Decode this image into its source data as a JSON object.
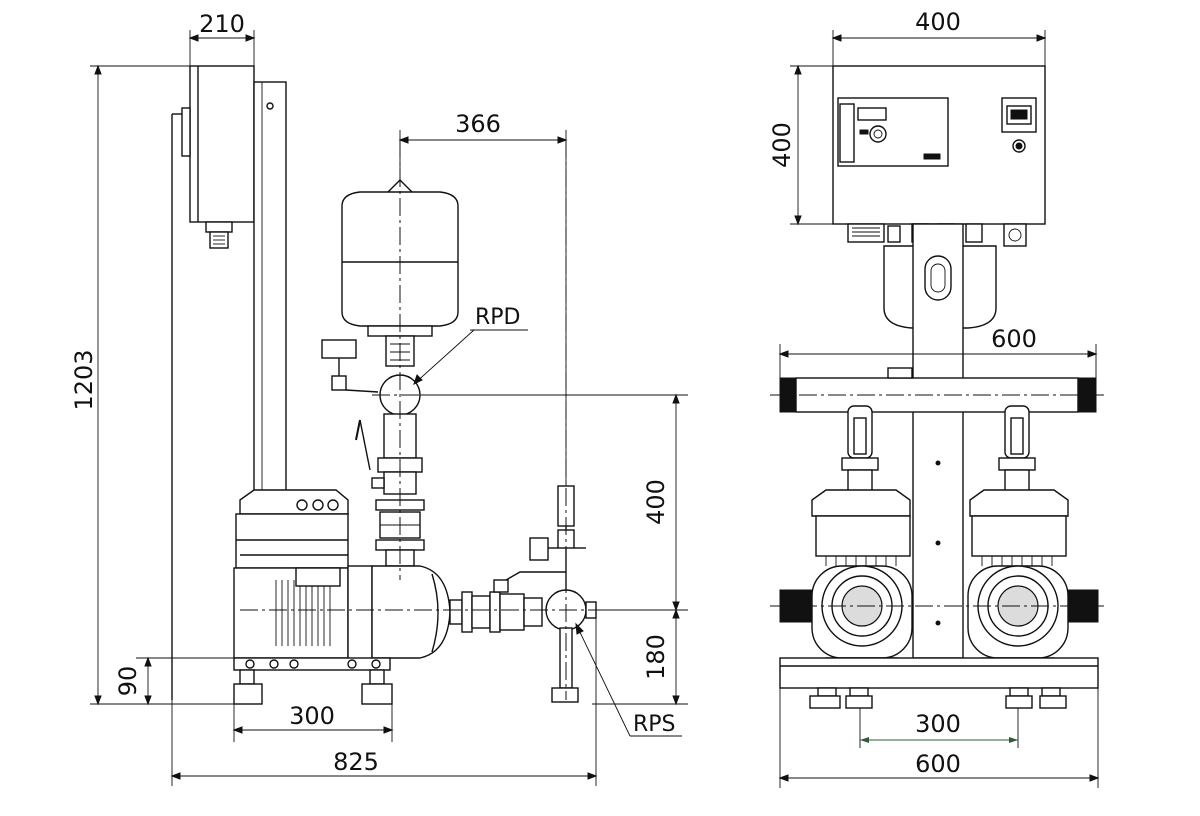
{
  "dimensions": {
    "side_panel_depth": "210",
    "side_total_height": "1203",
    "side_vessel_offset": "366",
    "side_rpd_height": "400",
    "side_rps_height": "180",
    "side_base_height": "90",
    "side_foot_spacing": "300",
    "side_total_length": "825",
    "front_panel_width": "400",
    "front_panel_height": "400",
    "front_manifold_width": "600",
    "front_foot_spacing": "300",
    "front_base_width": "600"
  },
  "labels": {
    "rpd": "RPD",
    "rps": "RPS"
  },
  "colors": {
    "line": "#111111",
    "arrow_accent": "#2f5d3a",
    "background": "#ffffff"
  }
}
